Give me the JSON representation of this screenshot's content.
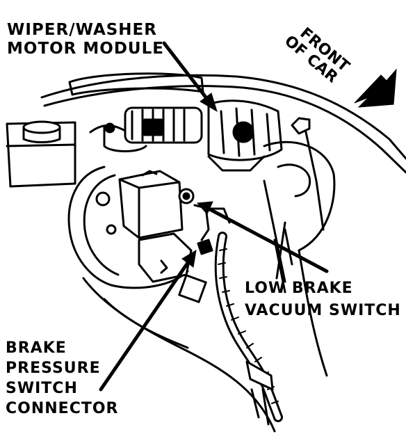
{
  "labels": {
    "wiper_module": [
      "WIPER/WASHER",
      "MOTOR MODULE"
    ],
    "low_brake_switch": [
      "LOW BRAKE",
      "VACUUM SWITCH"
    ],
    "brake_pressure_connector": [
      "BRAKE",
      "PRESSURE",
      "SWITCH",
      "CONNECTOR"
    ],
    "front_of_car": [
      "FRONT",
      "OF CAR"
    ]
  }
}
